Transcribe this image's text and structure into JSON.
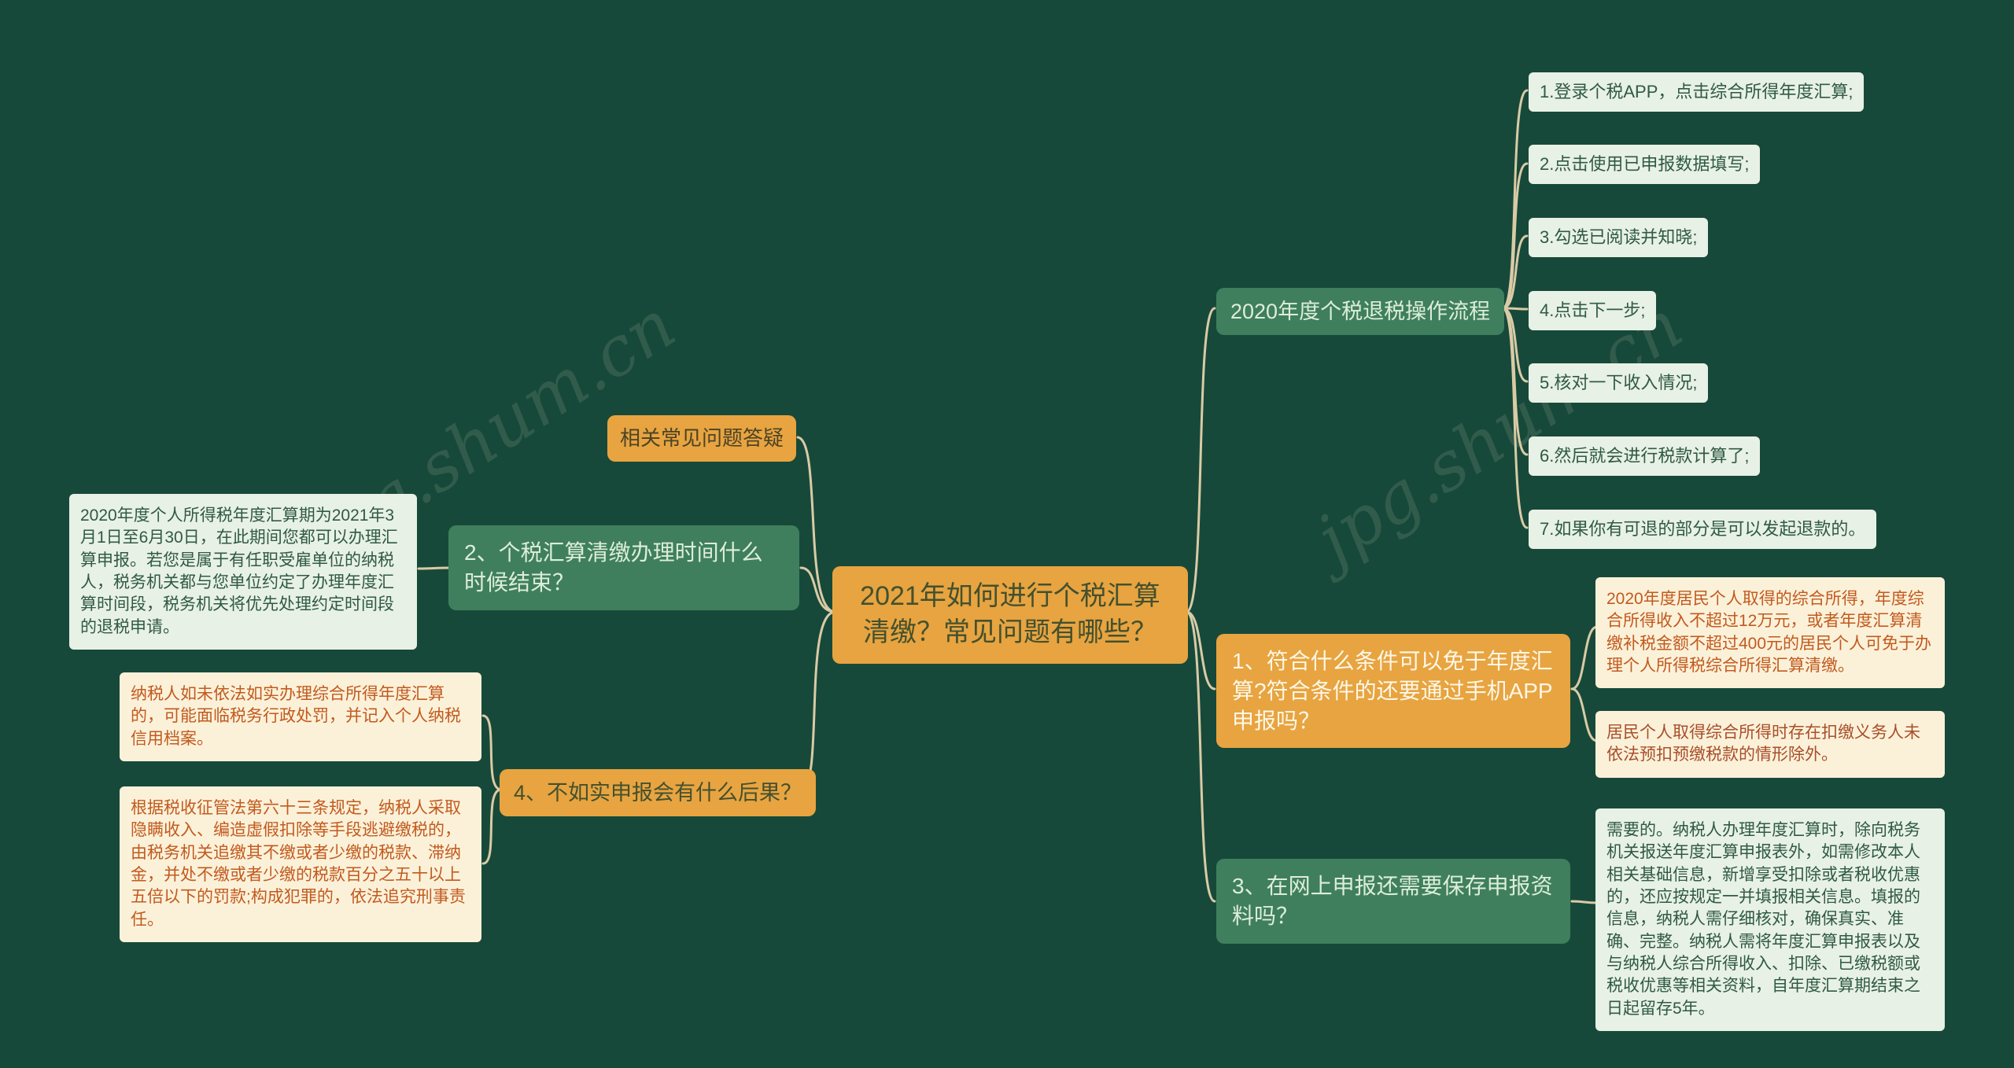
{
  "colors": {
    "bg": "#17493a",
    "amber": "#e7a440",
    "green": "#3f7f5e",
    "light": "#e8f1e5",
    "cream": "#fbf1d9",
    "line": "#d9cba6",
    "dark_text": "#44502e",
    "green_text": "#2f5a44",
    "rust_text": "#c25a1e",
    "light_text": "#ddeed8"
  },
  "watermark": "jpg.shum.cn",
  "center": {
    "label": "2021年如何进行个税汇算清缴？常见问题有哪些？"
  },
  "left": {
    "faq_header": "相关常见问题答疑",
    "q2": {
      "label": "2、个税汇算清缴办理时间什么时候结束？",
      "answer": "2020年度个人所得税年度汇算期为2021年3月1日至6月30日，在此期间您都可以办理汇算申报。若您是属于有任职受雇单位的纳税人，税务机关都与您单位约定了办理年度汇算时间段，税务机关将优先处理约定时间段的退税申请。"
    },
    "q4": {
      "label": "4、不如实申报会有什么后果？",
      "answers": [
        "纳税人如未依法如实办理综合所得年度汇算的，可能面临税务行政处罚，并记入个人纳税信用档案。",
        "根据税收征管法第六十三条规定，纳税人采取隐瞒收入、编造虚假扣除等手段逃避缴税的，由税务机关追缴其不缴或者少缴的税款、滞纳金，并处不缴或者少缴的税款百分之五十以上五倍以下的罚款;构成犯罪的，依法追究刑事责任。"
      ]
    }
  },
  "right": {
    "process": {
      "label": "2020年度个税退税操作流程",
      "steps": [
        "1.登录个税APP，点击综合所得年度汇算;",
        "2.点击使用已申报数据填写;",
        "3.勾选已阅读并知晓;",
        "4.点击下一步;",
        "5.核对一下收入情况;",
        "6.然后就会进行税款计算了;",
        "7.如果你有可退的部分是可以发起退款的。"
      ]
    },
    "q1": {
      "label": "1、符合什么条件可以免于年度汇算?符合条件的还要通过手机APP申报吗？",
      "answers": [
        "2020年度居民个人取得的综合所得，年度综合所得收入不超过12万元，或者年度汇算清缴补税金额不超过400元的居民个人可免于办理个人所得税综合所得汇算清缴。",
        "居民个人取得综合所得时存在扣缴义务人未依法预扣预缴税款的情形除外。"
      ]
    },
    "q3": {
      "label": "3、在网上申报还需要保存申报资料吗？",
      "answer": "需要的。纳税人办理年度汇算时，除向税务机关报送年度汇算申报表外，如需修改本人相关基础信息，新增享受扣除或者税收优惠的，还应按规定一并填报相关信息。填报的信息，纳税人需仔细核对，确保真实、准确、完整。纳税人需将年度汇算申报表以及与纳税人综合所得收入、扣除、已缴税额或税收优惠等相关资料，自年度汇算期结束之日起留存5年。"
    }
  }
}
